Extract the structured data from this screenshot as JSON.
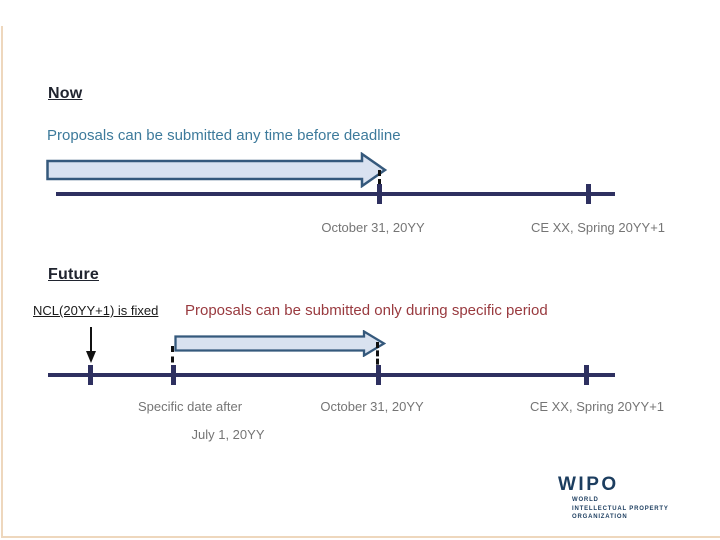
{
  "slide": {
    "now": {
      "heading": "Now",
      "description": "Proposals can be submitted any time before deadline",
      "tick_labels": [
        "October 31, 20YY",
        "CE XX, Spring 20YY+1"
      ]
    },
    "future": {
      "heading": "Future",
      "note": "NCL(20YY+1) is fixed",
      "description": "Proposals can be submitted only during specific period",
      "tick_labels": [
        "Specific date after",
        "October 31, 20YY",
        "CE XX, Spring 20YY+1"
      ],
      "sub_label": "July 1, 20YY"
    },
    "logo": {
      "brand": "WIPO",
      "tagline_lines": [
        "WORLD",
        "INTELLECTUAL PROPERTY",
        "ORGANIZATION"
      ]
    },
    "colors": {
      "heading": "#20242f",
      "now_description": "#3d7a9b",
      "future_description": "#993a3f",
      "tick_label": "#757575",
      "timeline": "#2e3060",
      "arrow_fill": "#d9e2f0",
      "arrow_stroke": "#35597c",
      "dashed_line": "#111111",
      "logo": "#1c3d5f",
      "frame": "#eed7bd"
    }
  }
}
